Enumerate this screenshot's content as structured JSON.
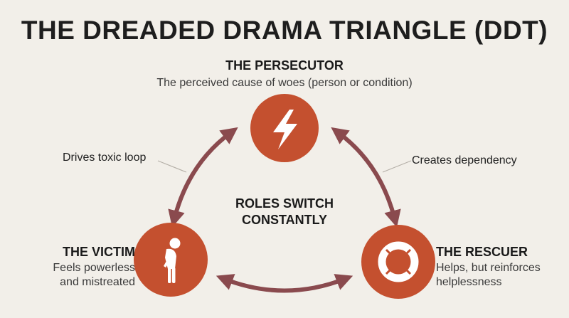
{
  "title": "THE DREADED DRAMA TRIANGLE (DDT)",
  "persecutor": {
    "heading": "THE PERSECUTOR",
    "description": "The perceived cause of woes (person or condition)",
    "icon": "lightning-icon"
  },
  "victim": {
    "heading": "THE VICTIM",
    "description_line1": "Feels powerless",
    "description_line2": "and mistreated",
    "icon": "slumped-person-icon"
  },
  "rescuer": {
    "heading": "THE RESCUER",
    "description_line1": "Helps, but reinforces",
    "description_line2": "helplessness",
    "icon": "lifebuoy-icon"
  },
  "edges": {
    "left_label": "Drives toxic loop",
    "right_label": "Creates dependency"
  },
  "center": {
    "line1": "ROLES SWITCH",
    "line2": "CONSTANTLY"
  },
  "colors": {
    "circle_fill": "#c4502f",
    "arrow": "#8a4a4e",
    "background": "#f2efe9"
  }
}
